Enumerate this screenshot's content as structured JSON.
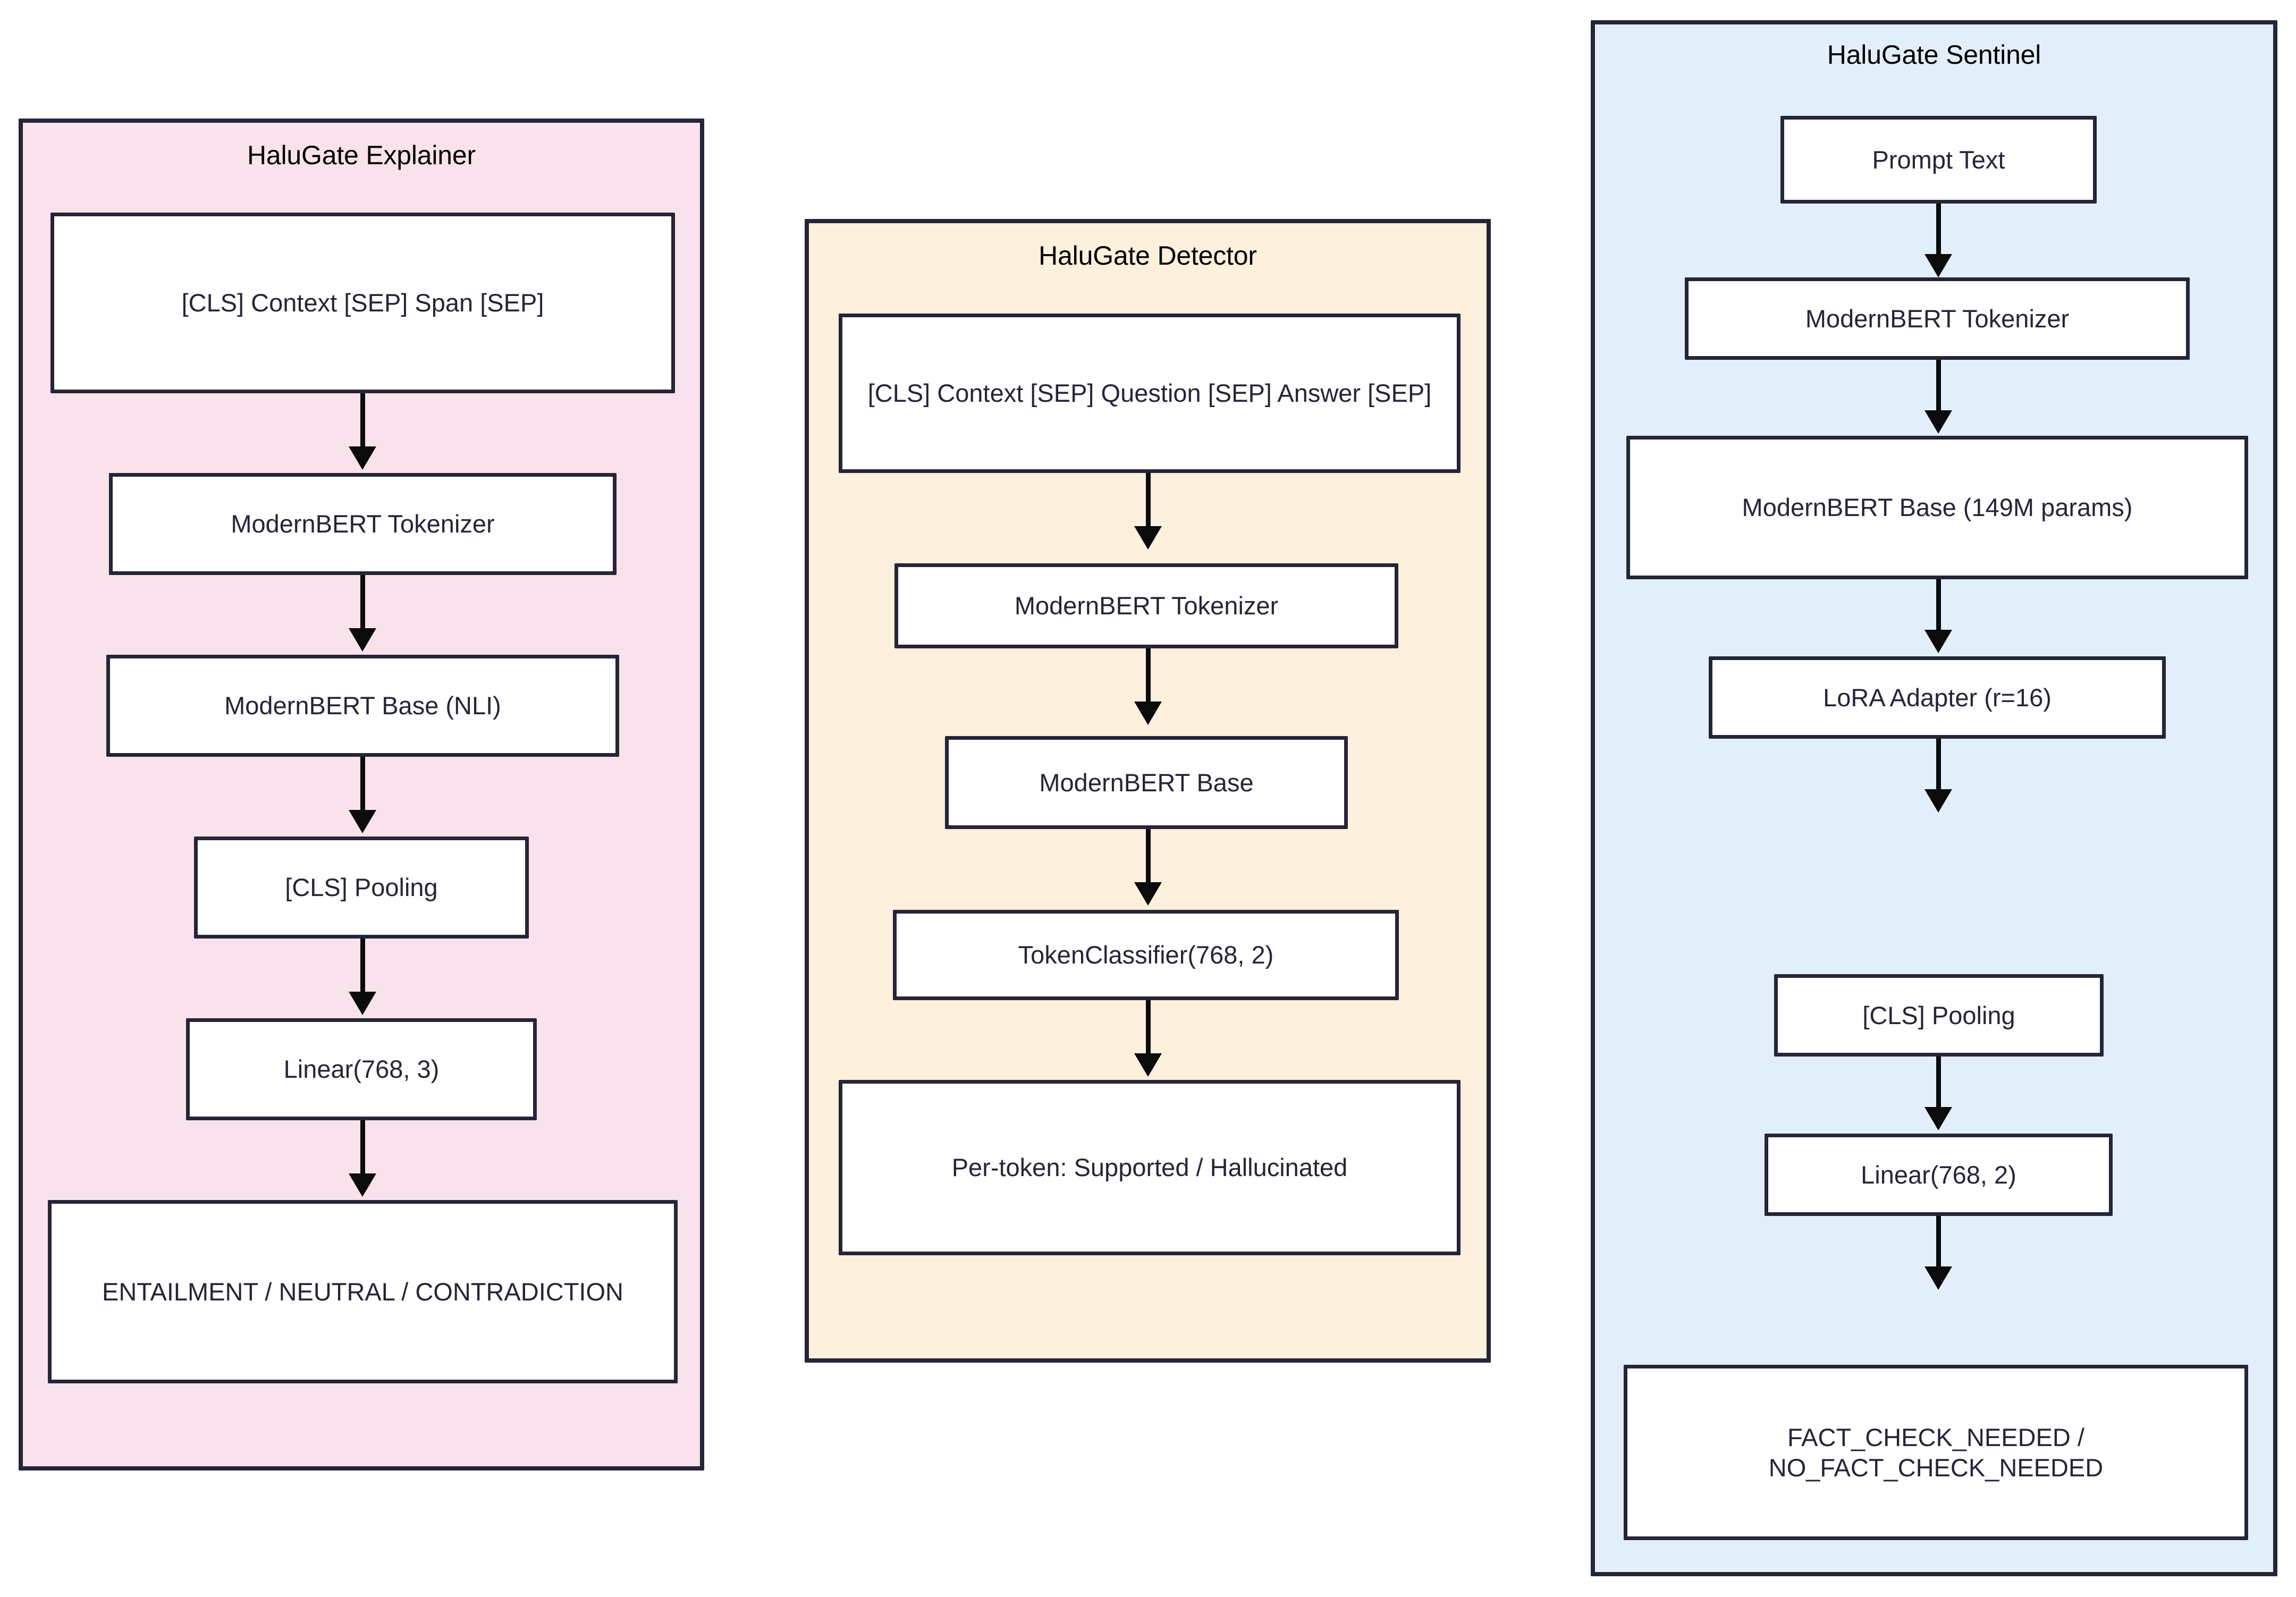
{
  "diagram": {
    "type": "flowchart",
    "direction": "top-to-bottom",
    "background": "#ffffff",
    "node_fill": "#ffffff",
    "node_border": "#252538",
    "edge_color": "#0b0b0b"
  },
  "clusters": [
    {
      "id": "explainer",
      "title": "HaluGate Explainer",
      "fill": "#f9e2eb",
      "nodes": [
        {
          "id": "e1",
          "label": "[CLS] Context [SEP] Span [SEP]"
        },
        {
          "id": "e2",
          "label": "ModernBERT Tokenizer"
        },
        {
          "id": "e3",
          "label": "ModernBERT Base (NLI)"
        },
        {
          "id": "e4",
          "label": "[CLS] Pooling"
        },
        {
          "id": "e5",
          "label": "Linear(768, 3)"
        },
        {
          "id": "e6",
          "label": "ENTAILMENT / NEUTRAL / CONTRADICTION"
        }
      ],
      "edges": [
        {
          "from": "e1",
          "to": "e2"
        },
        {
          "from": "e2",
          "to": "e3"
        },
        {
          "from": "e3",
          "to": "e4"
        },
        {
          "from": "e4",
          "to": "e5"
        },
        {
          "from": "e5",
          "to": "e6"
        }
      ]
    },
    {
      "id": "detector",
      "title": "HaluGate Detector",
      "fill": "#fdf0dd",
      "nodes": [
        {
          "id": "d1",
          "label": "[CLS] Context [SEP] Question [SEP] Answer [SEP]"
        },
        {
          "id": "d2",
          "label": "ModernBERT Tokenizer"
        },
        {
          "id": "d3",
          "label": "ModernBERT Base"
        },
        {
          "id": "d4",
          "label": "TokenClassifier(768, 2)"
        },
        {
          "id": "d5",
          "label": "Per-token: Supported / Hallucinated"
        }
      ],
      "edges": [
        {
          "from": "d1",
          "to": "d2"
        },
        {
          "from": "d2",
          "to": "d3"
        },
        {
          "from": "d3",
          "to": "d4"
        },
        {
          "from": "d4",
          "to": "d5"
        }
      ]
    },
    {
      "id": "sentinel",
      "title": "HaluGate Sentinel",
      "fill": "#e2effb",
      "nodes": [
        {
          "id": "s1",
          "label": "Prompt Text"
        },
        {
          "id": "s2",
          "label": "ModernBERT Tokenizer"
        },
        {
          "id": "s3",
          "label": "ModernBERT Base (149M params)"
        },
        {
          "id": "s4",
          "label": "LoRA Adapter (r=16)"
        },
        {
          "id": "s5",
          "label": "[CLS] Pooling"
        },
        {
          "id": "s6",
          "label": "Linear(768, 2)"
        },
        {
          "id": "s7",
          "label": "FACT_CHECK_NEEDED / NO_FACT_CHECK_NEEDED"
        }
      ],
      "edges": [
        {
          "from": "s1",
          "to": "s2"
        },
        {
          "from": "s2",
          "to": "s3"
        },
        {
          "from": "s3",
          "to": "s4"
        },
        {
          "from": "s4",
          "to": "s5"
        },
        {
          "from": "s5",
          "to": "s6"
        },
        {
          "from": "s6",
          "to": "s7"
        }
      ]
    }
  ]
}
